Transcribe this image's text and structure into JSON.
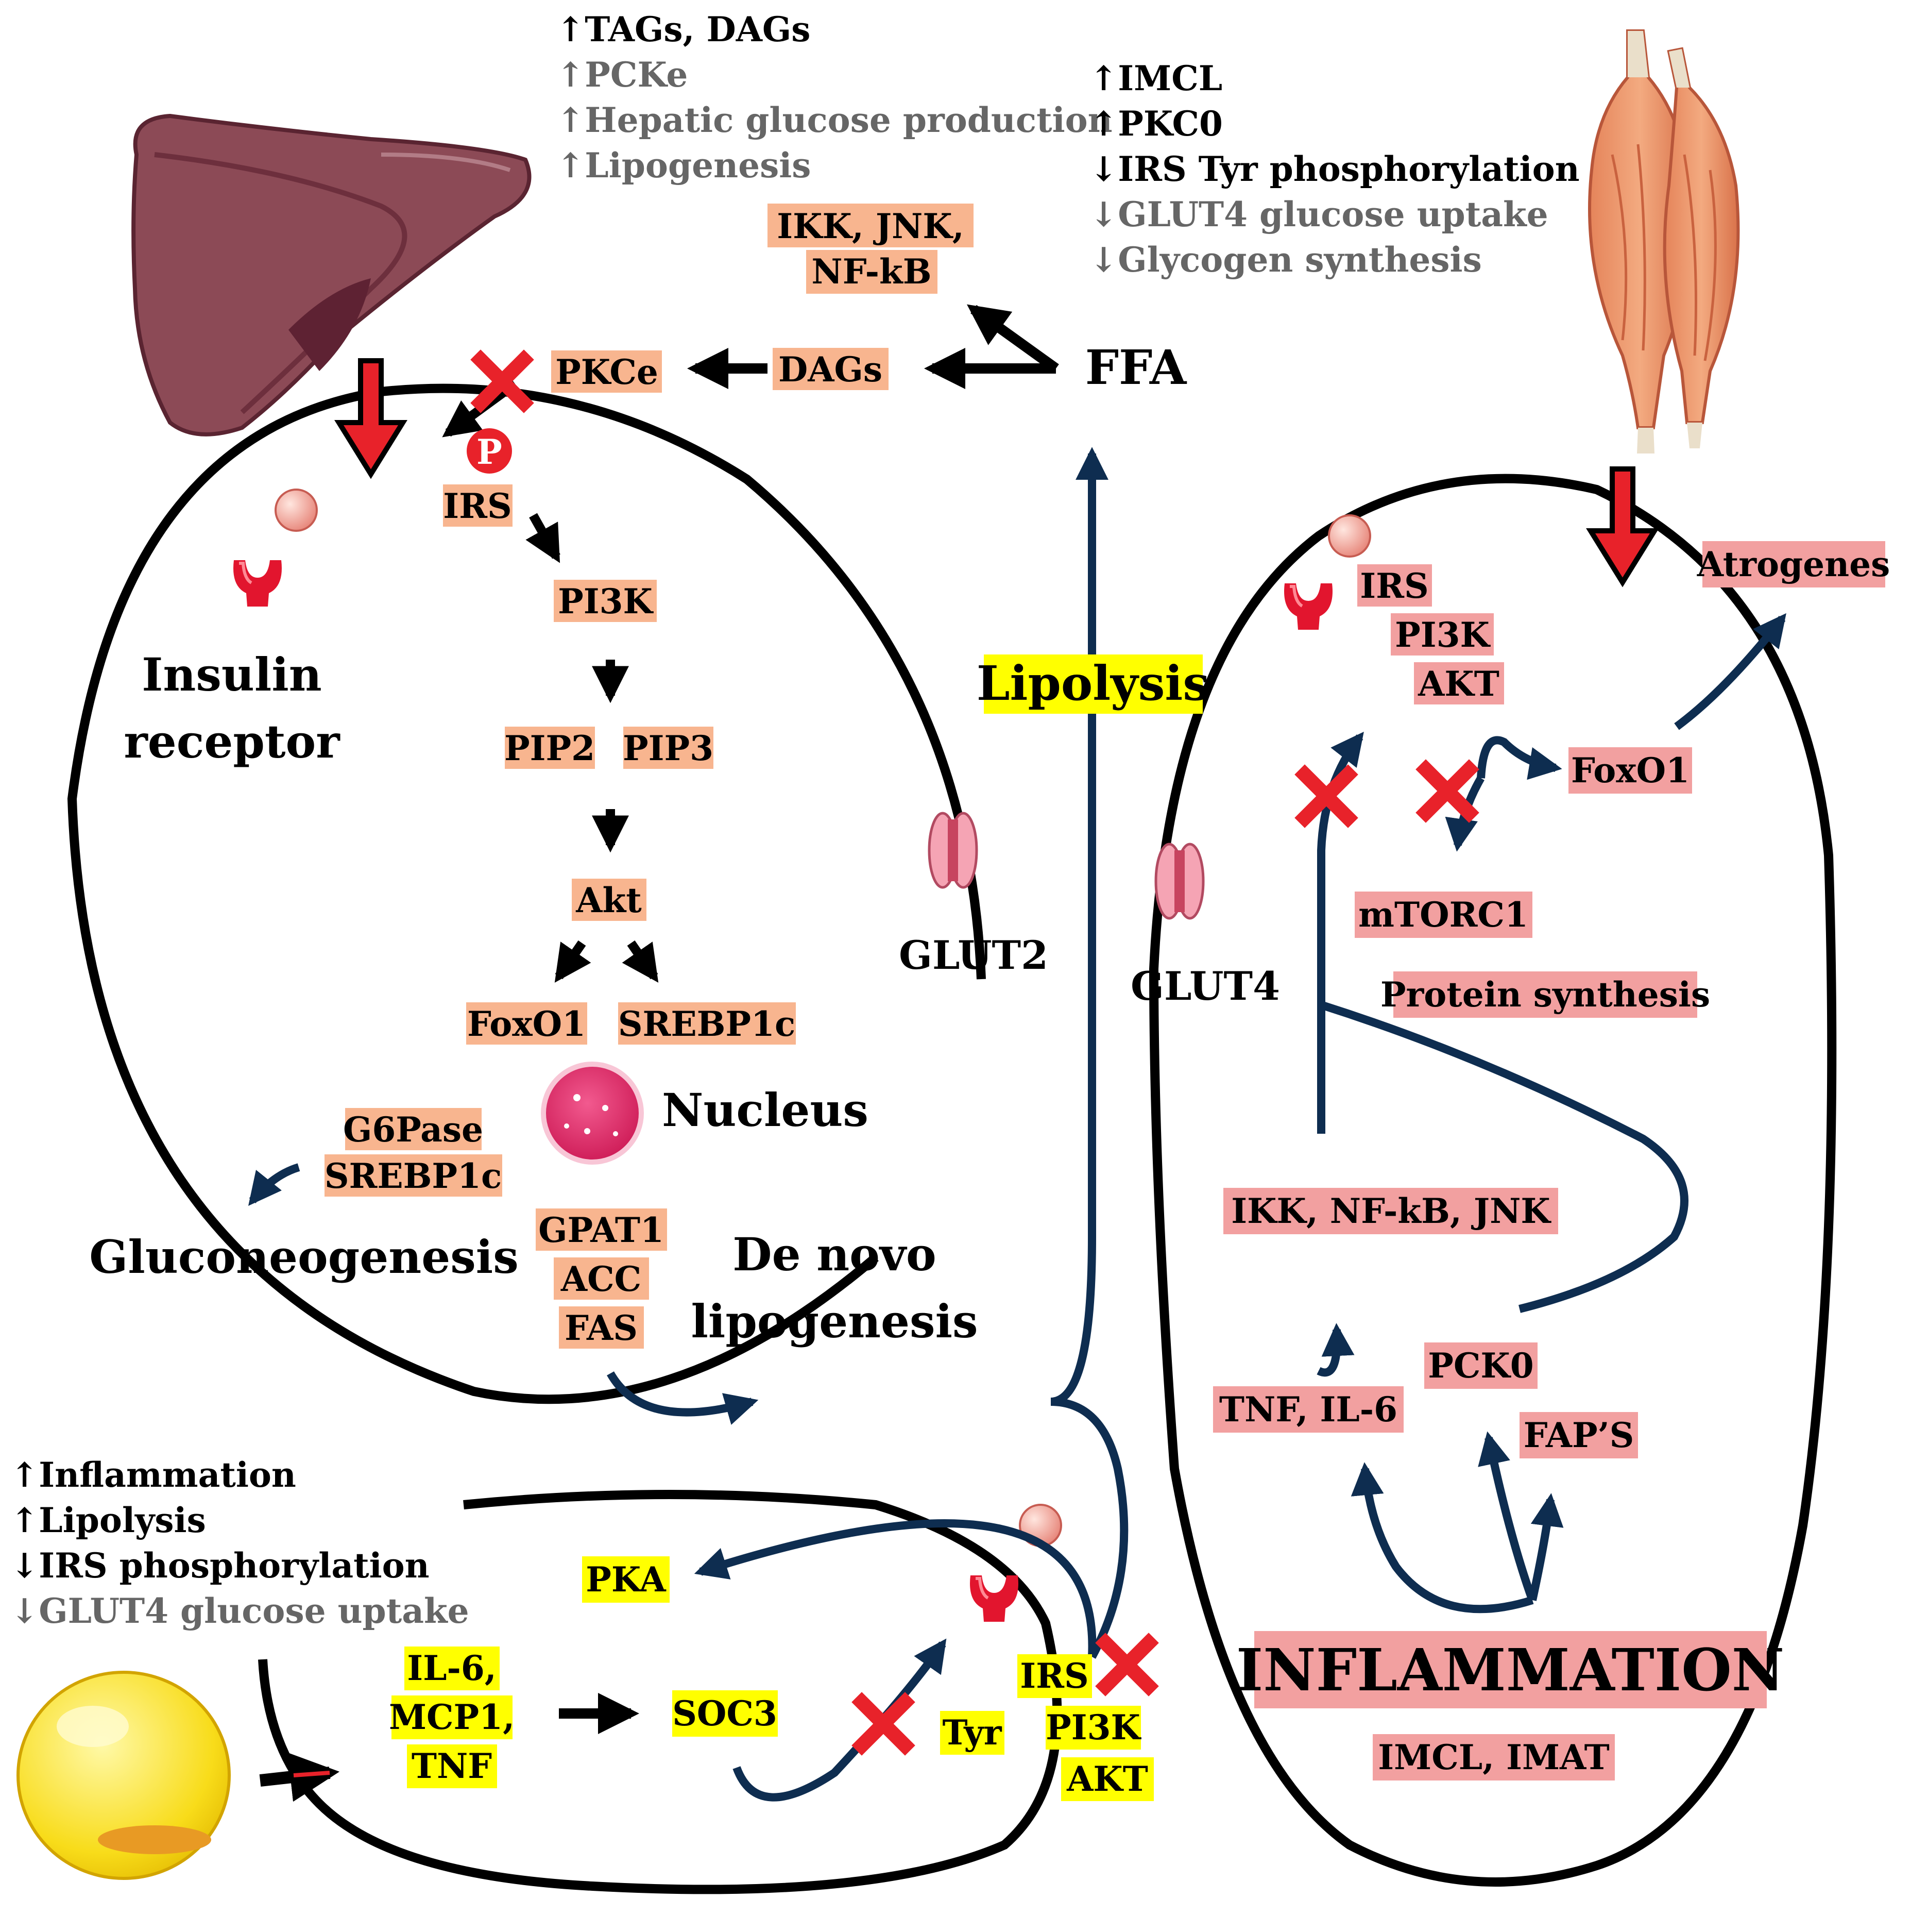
{
  "liver_effects": {
    "line1": "↑TAGs, DAGs",
    "line2": "↑PCKe",
    "line3": "↑Hepatic glucose production",
    "line4": "↑Lipogenesis"
  },
  "muscle_effects": {
    "line1": "↑IMCL",
    "line2": "↑PKC0",
    "line3": "↓IRS Tyr phosphorylation",
    "line4": "↓GLUT4 glucose uptake",
    "line5": "↓Glycogen synthesis"
  },
  "adipose_effects": {
    "line1": "↑Inflammation",
    "line2": "↑Lipolysis",
    "line3": "↓IRS phosphorylation",
    "line4": "↓GLUT4 glucose uptake"
  },
  "top_pathway": {
    "ikk_line1": "IKK, JNK,",
    "ikk_line2": "NF-kB",
    "dags": "DAGs",
    "pkce": "PKCe",
    "ffa": "FFA",
    "phospho": "P"
  },
  "liver_cell": {
    "irs": "IRS",
    "pi3k": "PI3K",
    "pip2": "PIP2",
    "pip3": "PIP3",
    "akt": "Akt",
    "foxo1": "FoxO1",
    "srebp1c": "SREBP1c",
    "nucleus": "Nucleus",
    "g6pase": "G6Pase",
    "srebp1c_2": "SREBP1c",
    "gluconeogenesis": "Gluconeogenesis",
    "gpat1": "GPAT1",
    "acc": "ACC",
    "fas": "FAS",
    "de_novo_line1": "De novo",
    "de_novo_line2": "lipogenesis",
    "insulin_receptor_line1": "Insulin",
    "insulin_receptor_line2": "receptor",
    "glut2": "GLUT2"
  },
  "center": {
    "lipolysis": "Lipolysis"
  },
  "muscle_cell": {
    "irs": "IRS",
    "pi3k": "PI3K",
    "akt": "AKT",
    "atrogenes": "Atrogenes",
    "foxo1": "FoxO1",
    "mtorc1": "mTORC1",
    "protein_synthesis": "Protein synthesis",
    "glut4": "GLUT4",
    "ikk_nfkb_jnk": "IKK, NF-kB, JNK",
    "tnf_il6": "TNF, IL-6",
    "pck0": "PCK0",
    "faps": "FAP’S",
    "inflammation": "INFLAMMATION",
    "imcl_imat": "IMCL, IMAT"
  },
  "adipose_cell": {
    "pka": "PKA",
    "il6": "IL-6,",
    "mcp1": "MCP1,",
    "tnf": "TNF",
    "soc3": "SOC3",
    "irs": "IRS",
    "tyr": "Tyr",
    "pi3k": "PI3K",
    "akt": "AKT"
  },
  "colors": {
    "liver_box": "#f8b58f",
    "muscle_box": "#f2a0a0",
    "adipose_box": "#ffff00",
    "arrow_dark": "#0e2d50",
    "inhibit_red": "#e8222a",
    "grey_text": "#666666"
  },
  "icons": {
    "liver": "liver-organ-icon",
    "muscle": "muscle-organ-icon",
    "adipocyte": "fat-cell-icon",
    "receptor": "insulin-receptor-icon",
    "insulin": "insulin-ball-icon",
    "transporter": "glucose-transporter-icon",
    "nucleus": "nucleus-icon",
    "block": "x-block-icon"
  }
}
